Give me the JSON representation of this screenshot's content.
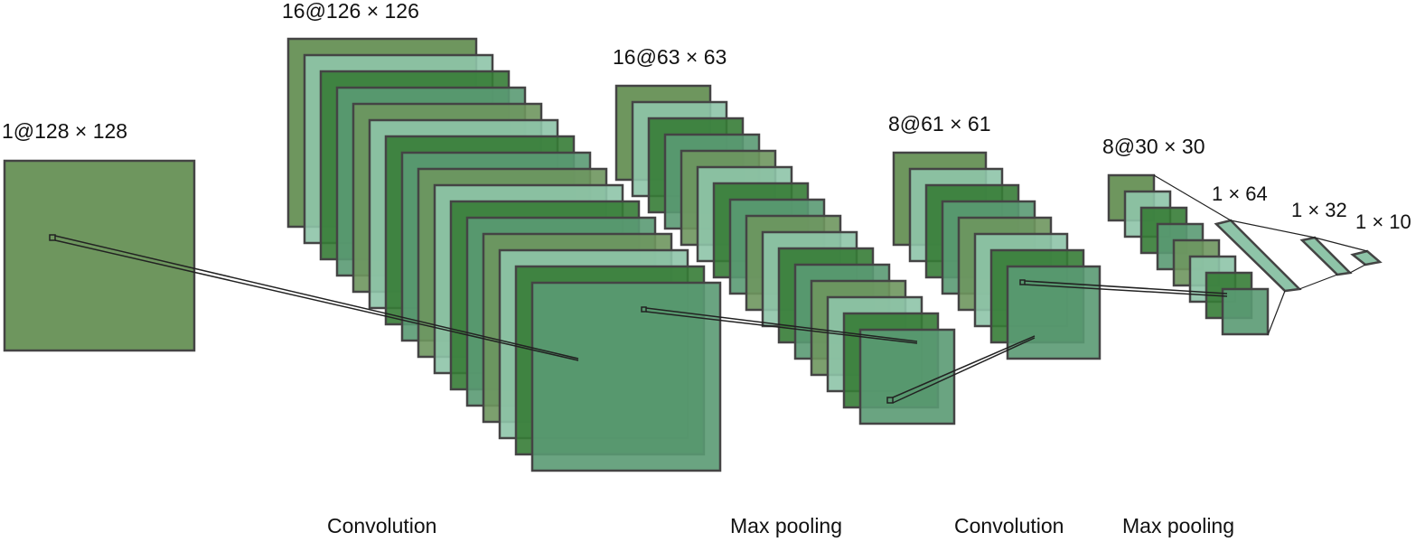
{
  "layers": [
    {
      "label": "1@128 × 128"
    },
    {
      "label": "16@126 × 126"
    },
    {
      "label": "16@63 × 63"
    },
    {
      "label": "8@61 × 61"
    },
    {
      "label": "8@30 × 30"
    },
    {
      "label": "1 × 64"
    },
    {
      "label": "1 × 32"
    },
    {
      "label": "1 × 10"
    }
  ],
  "operations": [
    {
      "label": "Convolution"
    },
    {
      "label": "Max pooling"
    },
    {
      "label": "Convolution"
    },
    {
      "label": "Max pooling"
    }
  ],
  "colors": {
    "input": "#6e965e",
    "stackA": "#6e965e",
    "stackB": "#8ec4a8",
    "stackC": "#367c36",
    "stackD": "#5a9a73",
    "stroke": "#444444",
    "line": "#222222",
    "dense": "#8ec4a8"
  }
}
